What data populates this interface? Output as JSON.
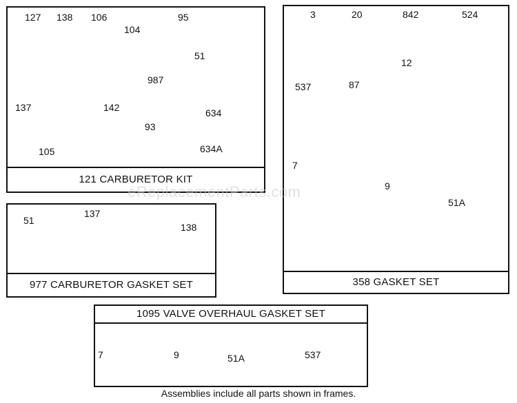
{
  "frames": {
    "carb_kit": {
      "title": "121 CARBURETOR KIT",
      "labels": [
        "127",
        "138",
        "106",
        "104",
        "95",
        "51",
        "137",
        "142",
        "987",
        "634",
        "93",
        "105",
        "634A"
      ]
    },
    "carb_gasket": {
      "title": "977 CARBURETOR GASKET SET",
      "labels": [
        "51",
        "137",
        "138"
      ]
    },
    "gasket_set": {
      "title": "358 GASKET SET",
      "labels": [
        "3",
        "20",
        "842",
        "524",
        "537",
        "87",
        "12",
        "7",
        "9",
        "51A"
      ]
    },
    "valve": {
      "title": "1095 VALVE OVERHAUL GASKET SET",
      "labels": [
        "7",
        "9",
        "51A",
        "537"
      ]
    }
  },
  "footnote": "Assemblies include all parts shown in frames.",
  "watermark": "eReplacementParts.com"
}
